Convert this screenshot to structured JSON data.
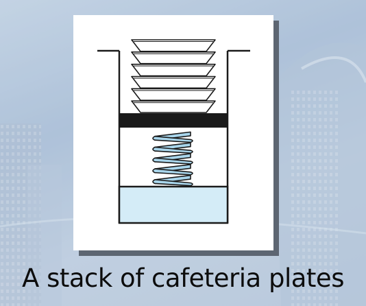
{
  "slide": {
    "caption": "A stack of cafeteria plates",
    "edge_glyph": ")"
  },
  "figure": {
    "plate_count": 6,
    "spring_coils": 5,
    "colors": {
      "spring": "#a9d6ec",
      "base": "#d4ecf7",
      "platform": "#1a1a1a",
      "outline": "#1a1a1a"
    }
  }
}
